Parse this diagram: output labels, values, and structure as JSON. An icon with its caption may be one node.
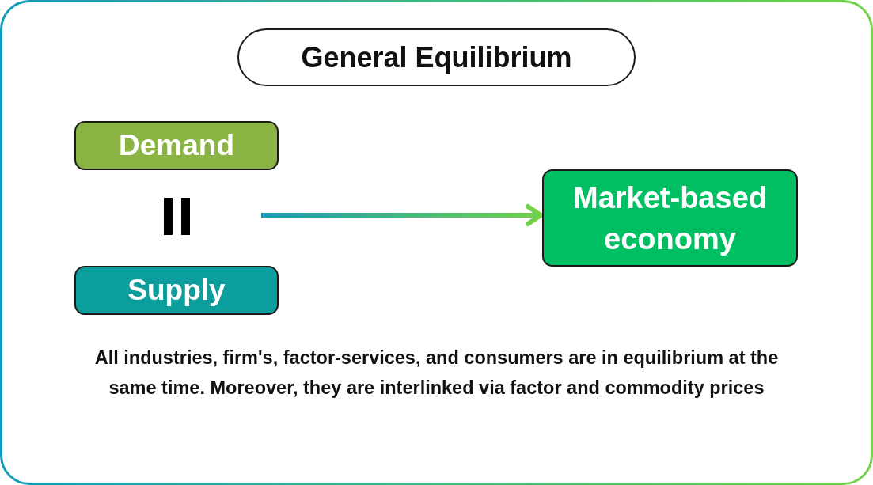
{
  "diagram": {
    "title": "General Equilibrium",
    "nodes": [
      {
        "text": [
          "Demand"
        ]
      },
      {
        "text": [
          "Supply"
        ]
      },
      {
        "text": [
          "Market-based economy"
        ]
      }
    ],
    "edges": [
      {
        "from": null,
        "to": 2,
        "arrow": "to"
      }
    ],
    "labels": [
      "All industries, firm's, factor-services, and consumers are in equilibrium at the same time. Moreover, they are interlinked via factor and commodity prices"
    ]
  }
}
